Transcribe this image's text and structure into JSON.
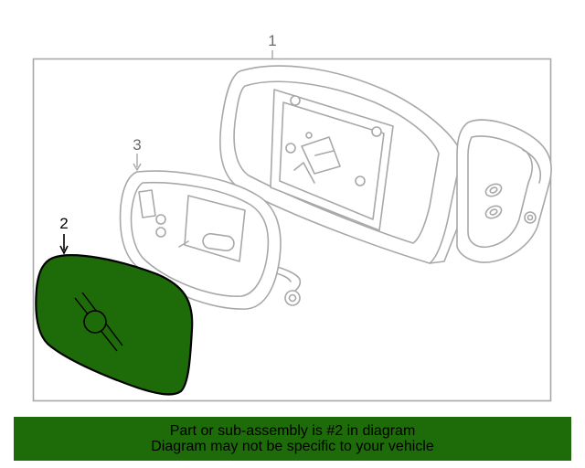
{
  "diagram": {
    "callouts": [
      {
        "label": "1",
        "part": "mirror-housing"
      },
      {
        "label": "2",
        "part": "mirror-glass",
        "highlighted": true
      },
      {
        "label": "3",
        "part": "glass-backing-plate"
      }
    ],
    "colors": {
      "line": "#a8a8a8",
      "highlight_fill": "#1e6b0a",
      "highlight_stroke": "#000000",
      "frame": "#a8a8a8"
    }
  },
  "banner": {
    "line1": "Part or sub-assembly is #2 in diagram",
    "line2": "Diagram may not be specific to your vehicle",
    "background": "#1e6b0a",
    "text_color": "#000000"
  }
}
